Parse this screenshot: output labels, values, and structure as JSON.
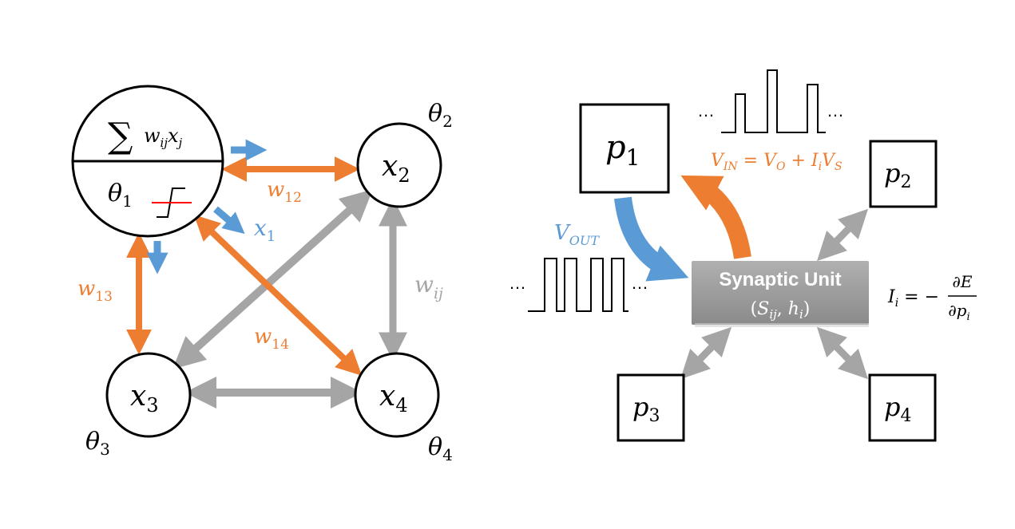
{
  "colors": {
    "orange": "#ED7D31",
    "blue": "#5B9BD5",
    "gray": "#A5A5A5",
    "red": "#FF0000",
    "black": "#000000",
    "unit_fill": "#9A9A9A",
    "unit_text": "#FFFFFF"
  },
  "left": {
    "neuron1": {
      "sum_symbol": "∑",
      "sum_w": "w",
      "sum_w_sub": "ij",
      "sum_x": "x",
      "sum_x_sub": "j",
      "theta": "θ",
      "theta_sub": "1",
      "activation_icon": "step-function-icon"
    },
    "nodes": [
      {
        "id": "x2",
        "var": "x",
        "sub": "2",
        "theta": "θ",
        "theta_sub": "2"
      },
      {
        "id": "x3",
        "var": "x",
        "sub": "3",
        "theta": "θ",
        "theta_sub": "3"
      },
      {
        "id": "x4",
        "var": "x",
        "sub": "4",
        "theta": "θ",
        "theta_sub": "4"
      }
    ],
    "weights": {
      "w12": {
        "base": "w",
        "sub": "12"
      },
      "w13": {
        "base": "w",
        "sub": "13"
      },
      "w14": {
        "base": "w",
        "sub": "14"
      },
      "wij": {
        "base": "w",
        "sub": "ij"
      }
    },
    "output_label": {
      "base": "x",
      "sub": "1"
    }
  },
  "right": {
    "boxes": [
      {
        "id": "p1",
        "base": "p",
        "sub": "1"
      },
      {
        "id": "p2",
        "base": "p",
        "sub": "2"
      },
      {
        "id": "p3",
        "base": "p",
        "sub": "3"
      },
      {
        "id": "p4",
        "base": "p",
        "sub": "4"
      }
    ],
    "synaptic_unit": {
      "title": "Synaptic Unit",
      "params_open": "(",
      "s": "S",
      "s_sub": "ij",
      "comma": ", ",
      "h": "h",
      "h_sub": "i",
      "params_close": ")"
    },
    "vout": {
      "base": "V",
      "sub": "OUT"
    },
    "vin_equation": {
      "v_in": "V",
      "v_in_sub": "IN",
      "eq": " = ",
      "v_o": "V",
      "v_o_sub": "O",
      "plus": " + ",
      "i": "I",
      "i_sub": "i",
      "v_s": "V",
      "v_s_sub": "S"
    },
    "current_equation": {
      "lhs": "I",
      "lhs_sub": "i",
      "eq": " = −",
      "numerator": "∂E",
      "denominator": "∂p",
      "denominator_sub": "i"
    },
    "ellipsis": "…"
  }
}
